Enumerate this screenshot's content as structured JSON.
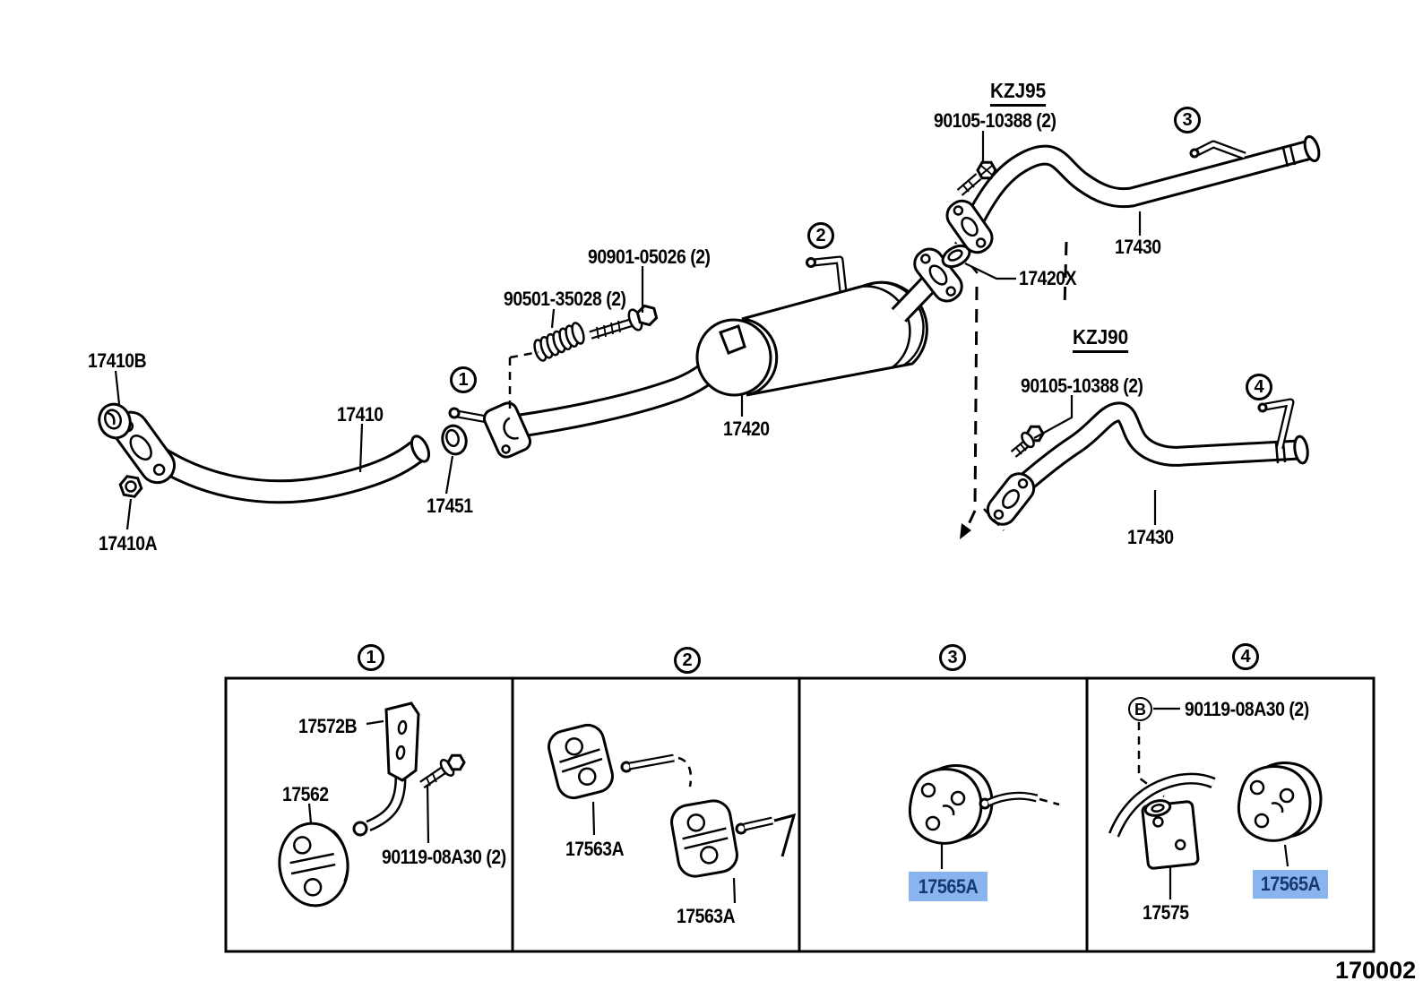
{
  "figure": {
    "code": "170002"
  },
  "colors": {
    "line": "#000000",
    "background": "#ffffff",
    "highlight_bg": "#8ab4f0",
    "highlight_text": "#16386e"
  },
  "diagram": {
    "parts": {
      "front_pipe_gasket": "17410B",
      "front_pipe": "17410",
      "front_pipe_nut": "17410A",
      "center_pipe_gasket": "17451",
      "spring": "90501-35028 (2)",
      "bolt": "90901-05026 (2)",
      "muffler": "17420",
      "tail_pipe_gasket": "17420X"
    },
    "callouts": [
      "1",
      "2",
      "3",
      "4"
    ],
    "variants": [
      {
        "model": "KZJ95",
        "bolt": "90105-10388 (2)",
        "tail_pipe": "17430"
      },
      {
        "model": "KZJ90",
        "bolt": "90105-10388 (2)",
        "tail_pipe": "17430"
      }
    ]
  },
  "legend": {
    "callouts": [
      "1",
      "2",
      "3",
      "4"
    ],
    "panels": [
      {
        "bracket": "17572B",
        "hanger": "17562",
        "bolt": "90119-08A30 (2)"
      },
      {
        "hanger_upper": "17563A",
        "hanger_lower": "17563A"
      },
      {
        "support": "17565A",
        "highlighted": true
      },
      {
        "ref_marker": "B",
        "bolt": "90119-08A30 (2)",
        "bracket": "17575",
        "support": "17565A",
        "highlighted": true
      }
    ]
  }
}
